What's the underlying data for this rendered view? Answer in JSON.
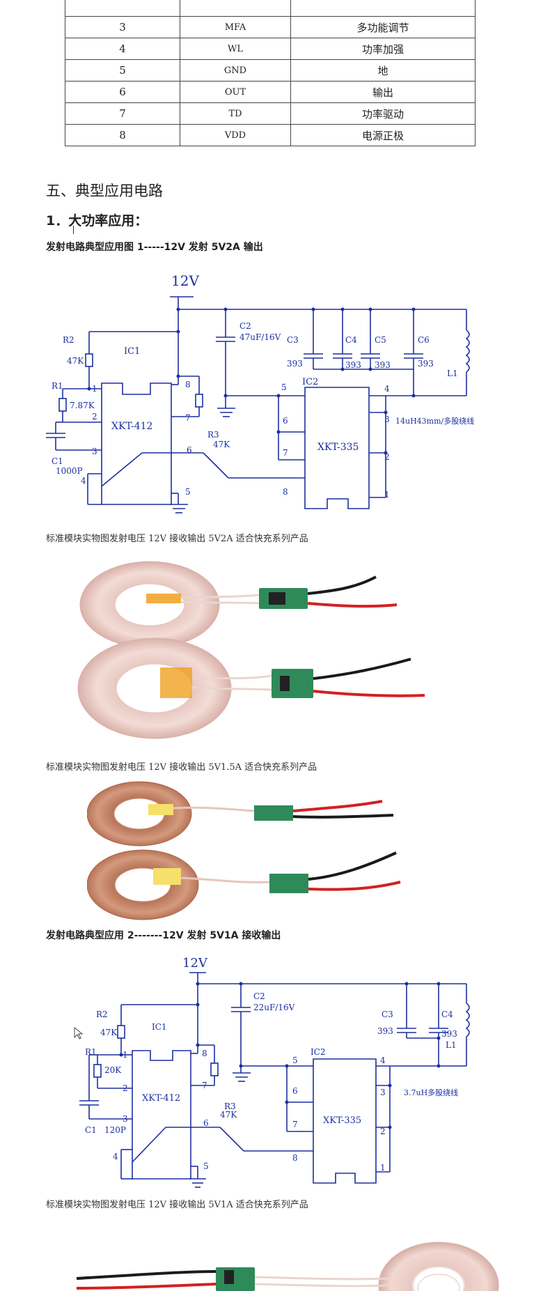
{
  "pin_table": {
    "rows": [
      {
        "num": "3",
        "name": "MFA",
        "desc": "多功能调节"
      },
      {
        "num": "4",
        "name": "WL",
        "desc": "功率加强"
      },
      {
        "num": "5",
        "name": "GND",
        "desc": "地"
      },
      {
        "num": "6",
        "name": "OUT",
        "desc": "输出"
      },
      {
        "num": "7",
        "name": "TD",
        "desc": "功率驱动"
      },
      {
        "num": "8",
        "name": "VDD",
        "desc": "电源正极"
      }
    ]
  },
  "section": {
    "title": "五、典型应用电路",
    "subtitle": "1．大功率应用：",
    "caption1": "发射电路典型应用图 1-----12V 发射 5V2A 输出",
    "photo_caption1": "标准模块实物图发射电压 12V 接收输出 5V2A 适合快充系列产品",
    "photo_caption2": "标准模块实物图发射电压 12V 接收输出 5V1.5A 适合快充系列产品",
    "caption2": "发射电路典型应用 2-------12V 发射 5V1A 接收输出",
    "photo_caption3": "标准模块实物图发射电压 12V 接收输出 5V1A 适合快充系列产品"
  },
  "circuit1": {
    "vin": "12V",
    "ic1": "IC1",
    "ic1_part": "XKT-412",
    "ic2": "IC2",
    "ic2_part": "XKT-335",
    "r1": "R1",
    "r1_val": "7.87K",
    "r2": "R2",
    "r2_val": "47K",
    "r3": "R3",
    "r3_val": "47K",
    "c1": "C1",
    "c1_val": "1000P",
    "c2": "C2",
    "c2_val": "47uF/16V",
    "c3": "C3",
    "c3_val": "393",
    "c4": "C4",
    "c4_val": "393",
    "c5": "C5",
    "c5_val": "393",
    "c6": "C6",
    "c6_val": "393",
    "l1": "L1",
    "coil": "14uH43mm/多股绕线",
    "pins": [
      "1",
      "2",
      "3",
      "4",
      "5",
      "6",
      "7",
      "8"
    ]
  },
  "circuit2": {
    "vin": "12V",
    "ic1": "IC1",
    "ic1_part": "XKT-412",
    "ic2": "IC2",
    "ic2_part": "XKT-335",
    "r1": "R1",
    "r1_val": "20K",
    "r2": "R2",
    "r2_val": "47K",
    "r3": "R3",
    "r3_val": "47K",
    "c1": "C1",
    "c1_val": "120P",
    "c2": "C2",
    "c2_val": "22uF/16V",
    "c3": "C3",
    "c3_val": "393",
    "c4": "C4",
    "c4_val": "393",
    "l1": "L1",
    "coil": "3.7uH多股绕线",
    "pins": [
      "1",
      "2",
      "3",
      "4",
      "5",
      "6",
      "7",
      "8"
    ]
  },
  "colors": {
    "wire": "#1c2fa0",
    "coil_copper": "#c98a6c",
    "coil_white": "#e8c9c2",
    "pcb": "#2f8a5a",
    "wire_red": "#d42020",
    "wire_black": "#1a1a1a",
    "tape_orange": "#f0a020",
    "tape_yellow": "#f4e06a"
  }
}
